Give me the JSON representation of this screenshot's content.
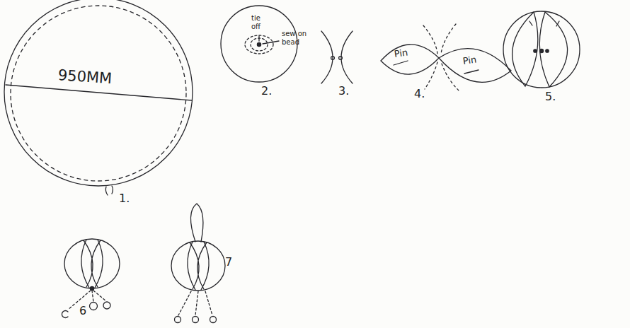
{
  "diagram": {
    "labels": [
      "950MM",
      "1.",
      "tie off",
      "sew on bead",
      "2.",
      "3.",
      "Pin",
      "Pin",
      "4.",
      "5.",
      "6",
      "7"
    ]
  }
}
